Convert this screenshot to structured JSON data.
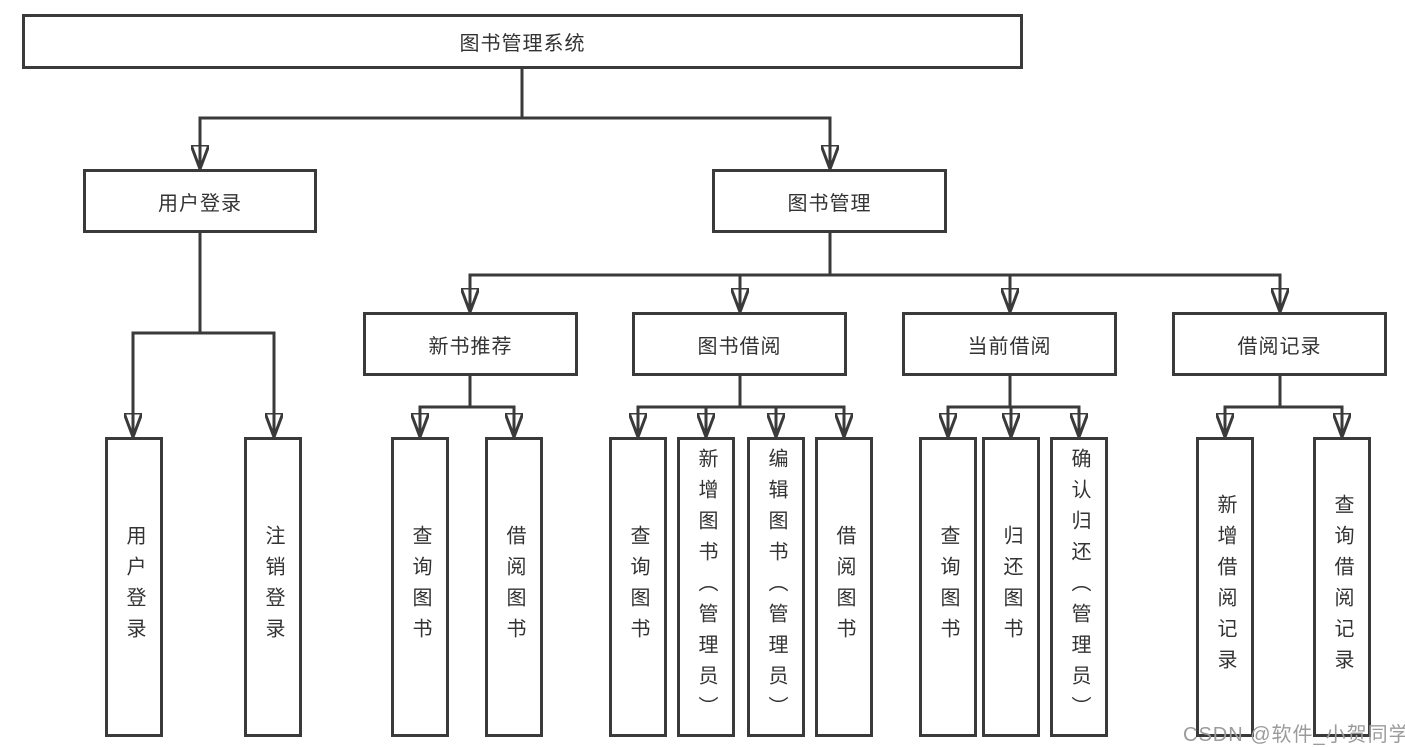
{
  "tree": {
    "root": {
      "label": "图书管理系统",
      "children": [
        {
          "label": "用户登录",
          "children": [
            {
              "label": "用户登录"
            },
            {
              "label": "注销登录"
            }
          ]
        },
        {
          "label": "图书管理",
          "children": [
            {
              "label": "新书推荐",
              "children": [
                {
                  "label": "查询图书"
                },
                {
                  "label": "借阅图书"
                }
              ]
            },
            {
              "label": "图书借阅",
              "children": [
                {
                  "label": "查询图书"
                },
                {
                  "label": "新增图书（管理员）"
                },
                {
                  "label": "编辑图书（管理员）"
                },
                {
                  "label": "借阅图书"
                }
              ]
            },
            {
              "label": "当前借阅",
              "children": [
                {
                  "label": "查询图书"
                },
                {
                  "label": "归还图书"
                },
                {
                  "label": "确认归还（管理员）"
                }
              ]
            },
            {
              "label": "借阅记录",
              "children": [
                {
                  "label": "新增借阅记录"
                },
                {
                  "label": "查询借阅记录"
                }
              ]
            }
          ]
        }
      ]
    }
  },
  "watermark": "CSDN @软件_小贺同学",
  "colors": {
    "line": "#3a3a3a",
    "text": "#333333",
    "watermark": "#9b9b9b",
    "background": "#ffffff"
  }
}
